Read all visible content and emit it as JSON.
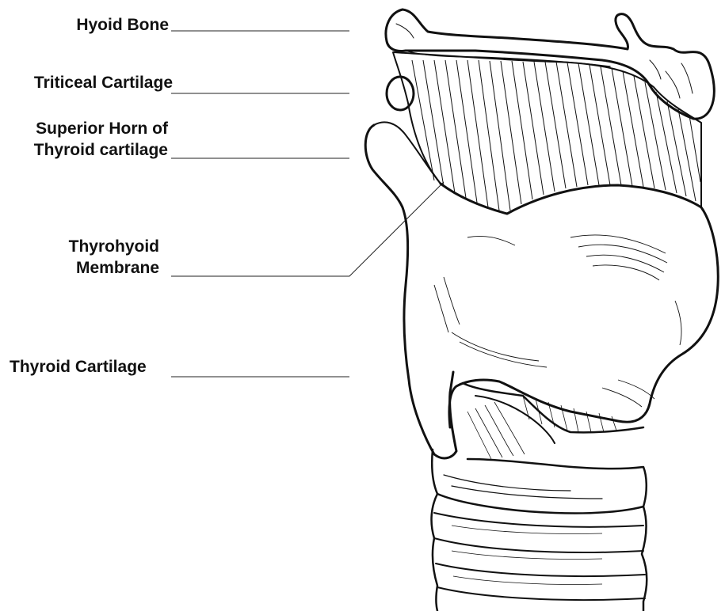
{
  "labels": {
    "hyoid": "Hyoid Bone",
    "triticeal": "Triticeal Cartilage",
    "superior_horn": [
      "Superior Horn of",
      "Thyroid cartilage"
    ],
    "thyrohyoid": [
      "Thyrohyoid",
      "Membrane"
    ],
    "thyroid": "Thyroid Cartilage"
  }
}
